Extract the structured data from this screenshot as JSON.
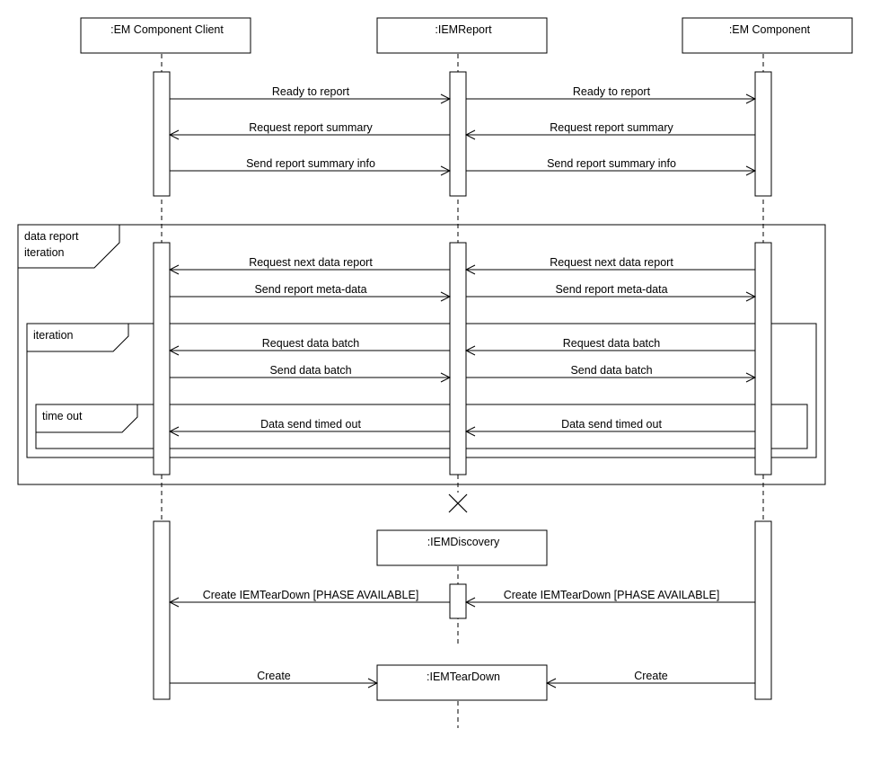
{
  "lifelines": {
    "client": ":EM Component Client",
    "report": ":IEMReport",
    "component": ":EM Component",
    "discovery": ":IEMDiscovery",
    "teardown": ":IEMTearDown"
  },
  "messages": {
    "m1": "Ready to report",
    "m2": "Ready to report",
    "m3": "Request report summary",
    "m4": "Request report summary",
    "m5": "Send report summary info",
    "m6": "Send report summary info",
    "m7": "Request next data report",
    "m8": "Request next data report",
    "m9": "Send report meta-data",
    "m10": "Send report meta-data",
    "m11": "Request data batch",
    "m12": "Request data batch",
    "m13": "Send data batch",
    "m14": "Send data batch",
    "m15": "Data send timed out",
    "m16": "Data send timed out",
    "m17": "Create IEMTearDown [PHASE AVAILABLE]",
    "m18": "Create IEMTearDown [PHASE AVAILABLE]",
    "m19": "Create",
    "m20": "Create"
  },
  "fragments": {
    "outer_line1": "data report",
    "outer_line2": "iteration",
    "middle": "iteration",
    "inner": "time out"
  }
}
